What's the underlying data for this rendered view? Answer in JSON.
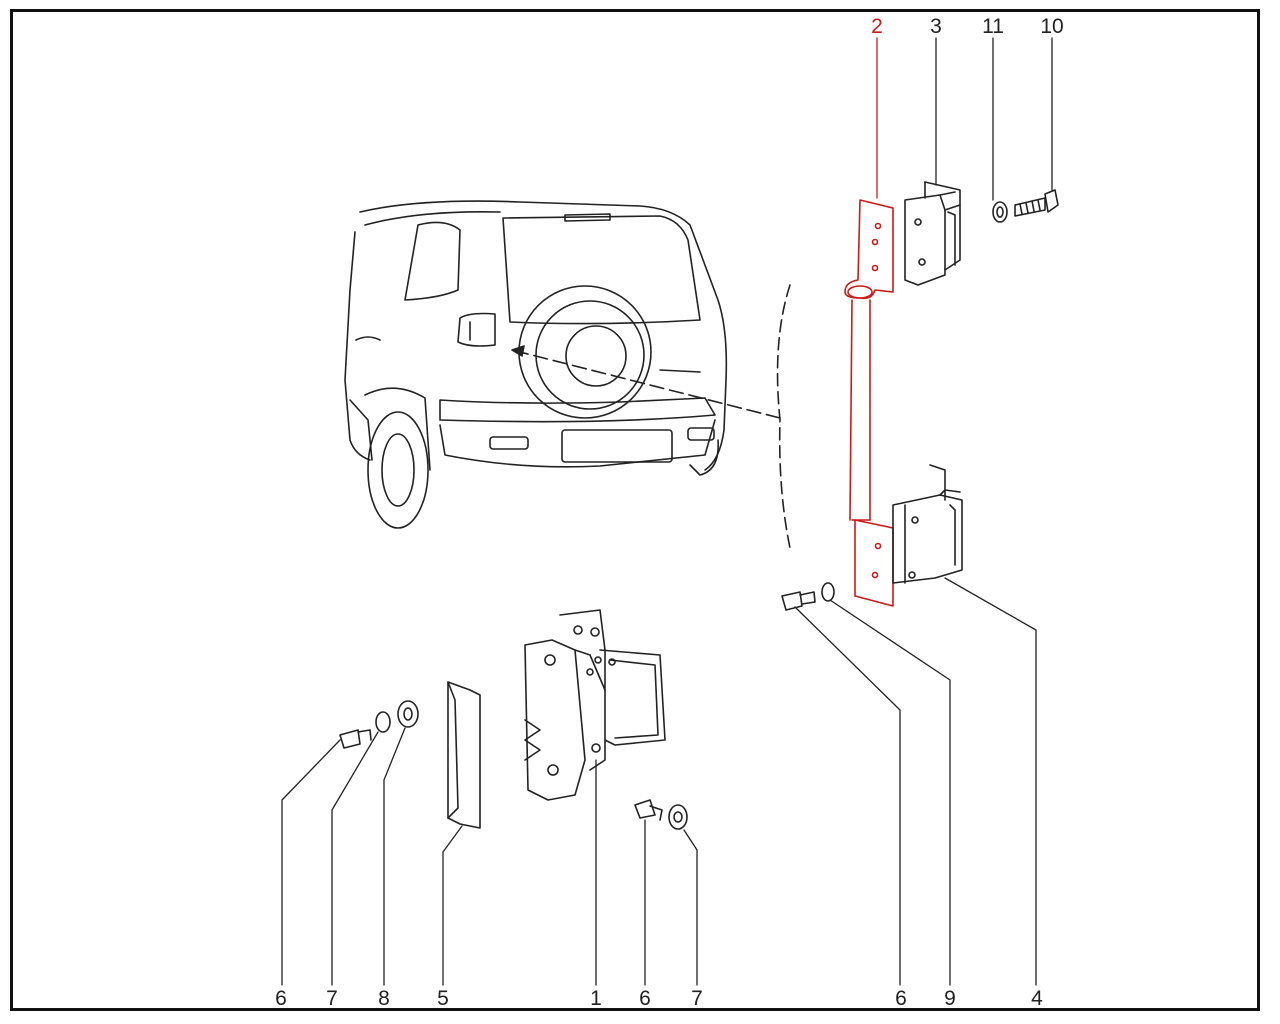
{
  "diagram": {
    "highlight_color": "#cc1a1a",
    "line_color": "#222222",
    "callouts_top": [
      "2",
      "3",
      "11",
      "10"
    ],
    "callouts_bottom": [
      "6",
      "7",
      "8",
      "5",
      "1",
      "6",
      "7",
      "6",
      "9",
      "4"
    ],
    "highlighted_part": "2"
  }
}
